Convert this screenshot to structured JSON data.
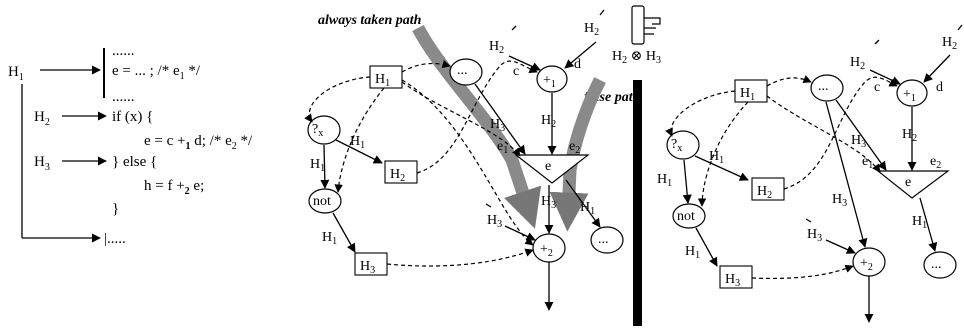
{
  "code": {
    "h1": "H",
    "h1_sub": "1",
    "h2": "H",
    "h2_sub": "2",
    "h3": "H",
    "h3_sub": "3",
    "line_dots1": "......",
    "line_e": "e = ... ; /* e",
    "line_e_sub": "1",
    "line_e_end": " */",
    "line_dots2": "......",
    "line_if": "if (x) {",
    "line_e2a": "e = c +",
    "line_e2a_sub": "1",
    "line_e2b": " d; /* e",
    "line_e2b_sub": "2",
    "line_e2_end": " */",
    "line_else": "} else {",
    "line_h_a": "h = f +",
    "line_h_sub": "2",
    "line_h_b": " e;",
    "line_close": "}",
    "line_dots3": "|....."
  },
  "middle": {
    "always_taken": "always taken path",
    "false_path": "false path",
    "H": "H",
    "s1": "1",
    "s2": "2",
    "s3": "3",
    "e": "e",
    "c": "c",
    "d": "d",
    "plus1": "+",
    "plus2": "+",
    "q": "?",
    "x": "x",
    "not": "not",
    "dots": "...",
    "e1": "e",
    "e2": "e"
  },
  "divider": {
    "label_a": "H",
    "label_a_sub": "2",
    "otimes": "⊗",
    "label_b": "H",
    "label_b_sub": "3",
    "hand_icon": "pointing-hand-icon"
  }
}
